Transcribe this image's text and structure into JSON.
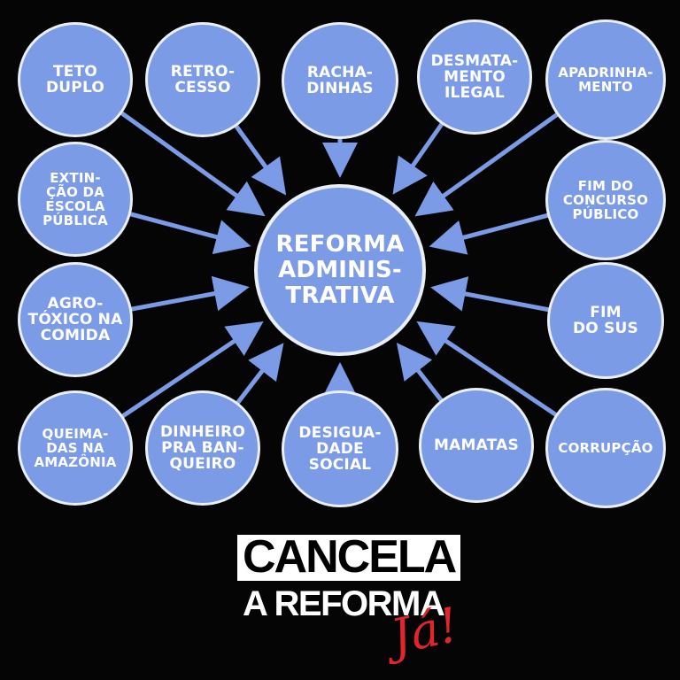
{
  "center": {
    "label": "REFORMA\nADMINIS-\nTRATIVA"
  },
  "nodes": [
    {
      "id": "teto-duplo",
      "label": "TETO\nDUPLO"
    },
    {
      "id": "retrocesso",
      "label": "RETRO-\nCESSO"
    },
    {
      "id": "rachadinhas",
      "label": "RACHA-\nDINHAS"
    },
    {
      "id": "desmatamento-ilegal",
      "label": "DESMATA-\nMENTO\nILEGAL"
    },
    {
      "id": "apadrinhamento",
      "label": "APADRINHA-\nMENTO"
    },
    {
      "id": "extincao-escola-publica",
      "label": "EXTIN-\nÇÃO DA\nESCOLA\nPÚBLICA"
    },
    {
      "id": "fim-concurso-publico",
      "label": "FIM DO\nCONCURSO\nPÚBLICO"
    },
    {
      "id": "agrotoxico-na-comida",
      "label": "AGRO-\nTÓXICO NA\nCOMIDA"
    },
    {
      "id": "fim-do-sus",
      "label": "FIM\nDO SUS"
    },
    {
      "id": "queimadas-na-amazonia",
      "label": "QUEIMA-\nDAS NA\nAMAZÔNIA"
    },
    {
      "id": "dinheiro-pra-banqueiro",
      "label": "DINHEIRO\nPRA BAN-\nQUEIRO"
    },
    {
      "id": "desigualdade-social",
      "label": "DESIGUA-\nDADE\nSOCIAL"
    },
    {
      "id": "mamatas",
      "label": "MAMATAS"
    },
    {
      "id": "corrupcao",
      "label": "CORRUPÇÃO"
    }
  ],
  "slogan": {
    "line1": "CANCELA",
    "line2": "A REFORMA",
    "accent": "Já!"
  },
  "colors": {
    "node_fill": "#7b9be6",
    "node_border": "#e9eef9",
    "arrow": "#7b9be6",
    "background": "#050505",
    "accent": "#e0262a"
  }
}
